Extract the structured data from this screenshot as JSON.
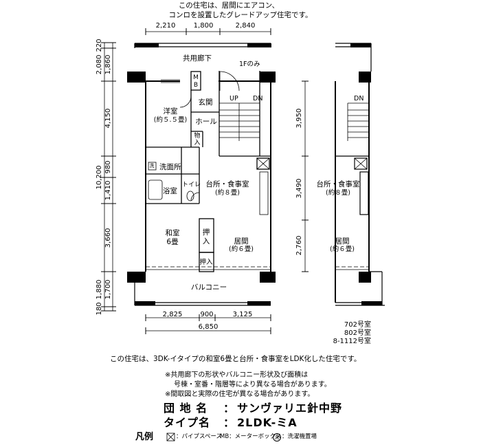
{
  "header": {
    "line1": "この住宅は、居間にエアコン、",
    "line2": "コンロを設置したグレードアップ住宅です。"
  },
  "dims_top": [
    "2,210",
    "1,800",
    "2,840"
  ],
  "dims_bottom": [
    "2,825",
    "900",
    "3,125"
  ],
  "dim_total_width": "6,850",
  "dims_left": [
    "220",
    "2,080",
    "1,860",
    "4,150",
    "10,200",
    "980",
    "1,410",
    "3,660",
    "1,880",
    "1,700",
    "180"
  ],
  "dims_right": [
    "3,950",
    "3,490",
    "2,760"
  ],
  "rooms": {
    "corridor": "共用廊下",
    "first_floor_only": "1Fのみ",
    "up": "UP",
    "dn": "DN",
    "dn2": "DN",
    "mb_m": "M",
    "mb_b": "B",
    "entrance": "玄関",
    "hall": "ホール",
    "western_room": "洋室",
    "western_room_size": "(約５.５畳)",
    "storage_a": "物",
    "storage_b": "入",
    "washroom": "洗面所",
    "washer_mark": "洗",
    "bathroom": "浴室",
    "toilet": "トイレ",
    "kitchen_dining": "台所・食事室",
    "kitchen_dining_size": "(約８畳)",
    "japanese_room": "和室",
    "japanese_room_size": "6畳",
    "oshiire_a": "押",
    "oshiire_b": "入",
    "oshiire2": "押入",
    "living": "居間",
    "living_size": "(約６畳)",
    "balcony": "バルコニー",
    "kitchen_dining2": "台所・食事室",
    "kitchen_dining2_size": "(約８畳)",
    "living2": "居間",
    "living2_size": "(約６畳)"
  },
  "unit_numbers": [
    "702号室",
    "802号室",
    "8-1112号室"
  ],
  "description": "この住宅は、3DK-イタイプの和室6畳と台所・食事室をLDK化した住宅です。",
  "notes": [
    "※共用廊下の形状やバルコニー形状及び面積は",
    "号棟・室番・階層等により異なる場合があります。",
    "※間取図と実際の住宅が異なる場合があります。"
  ],
  "info": {
    "complex_label": "団 地 名",
    "complex_sep": "：",
    "complex_value": "サンヴァリエ針中野",
    "type_label": "タイプ名",
    "type_sep": "：",
    "type_value": "2LDK-ミA"
  },
  "legend": {
    "title": "凡例",
    "pipe_space": "：パイプスペース",
    "meter_box": "MB：メーターボックス",
    "washer_mark": "洗",
    "washer_place": "：洗濯機置場"
  }
}
